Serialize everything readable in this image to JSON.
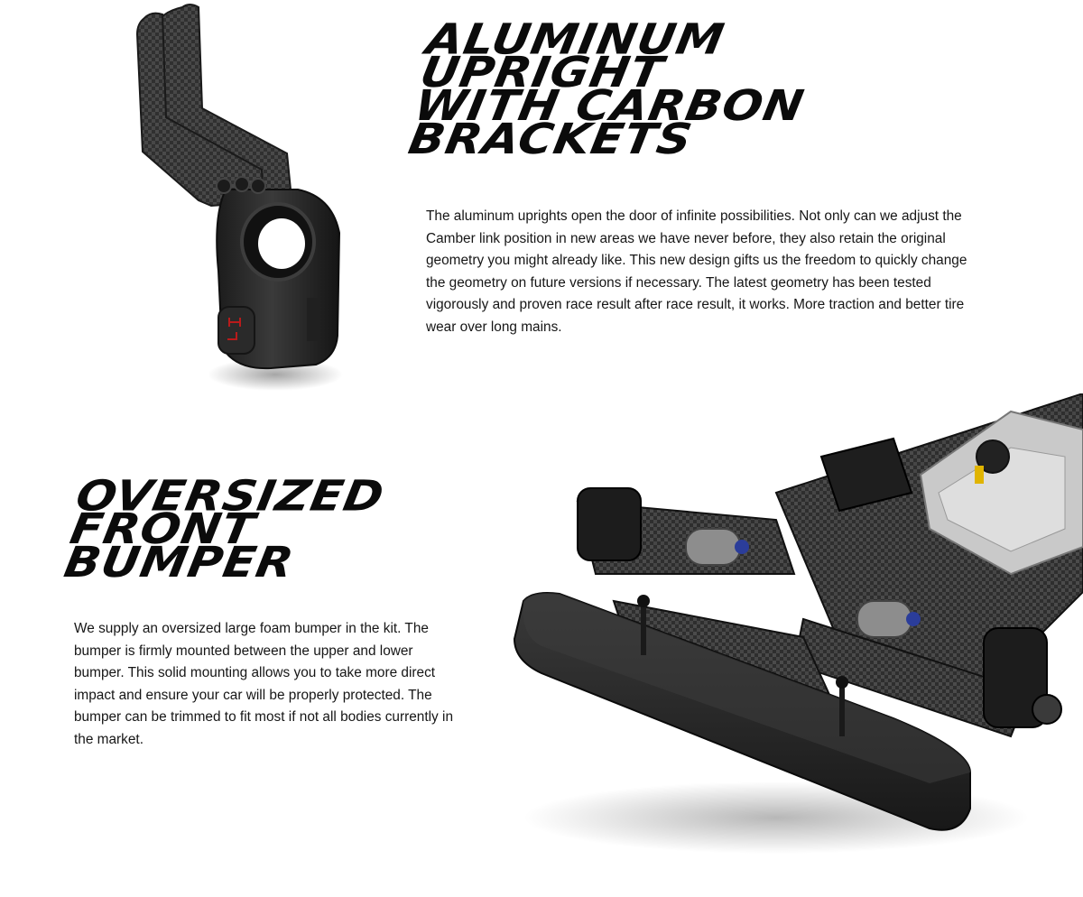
{
  "upright_section": {
    "heading_lines": [
      "ALUMINUM",
      "UPRIGHT",
      "WITH CARBON",
      "BRACKETS"
    ],
    "description": "The aluminum uprights open the door of infinite possibilities. Not only can we adjust the Camber link position in new areas we have never before, they also retain the original geometry you might already like. This new design gifts us the freedom to quickly change the geometry on future versions if necessary. The latest geometry has been tested vigorously and proven race result after race result, it works. More traction and better tire wear over long mains."
  },
  "bumper_section": {
    "heading_lines": [
      "OVERSIZED",
      "FRONT",
      "BUMPER"
    ],
    "description": "We supply an oversized large foam bumper in the kit. The bumper is firmly mounted between the upper and lower bumper. This solid mounting allows you to take more direct impact and ensure your car will be properly protected. The bumper can be trimmed to fit most if not all bodies currently in the market."
  }
}
